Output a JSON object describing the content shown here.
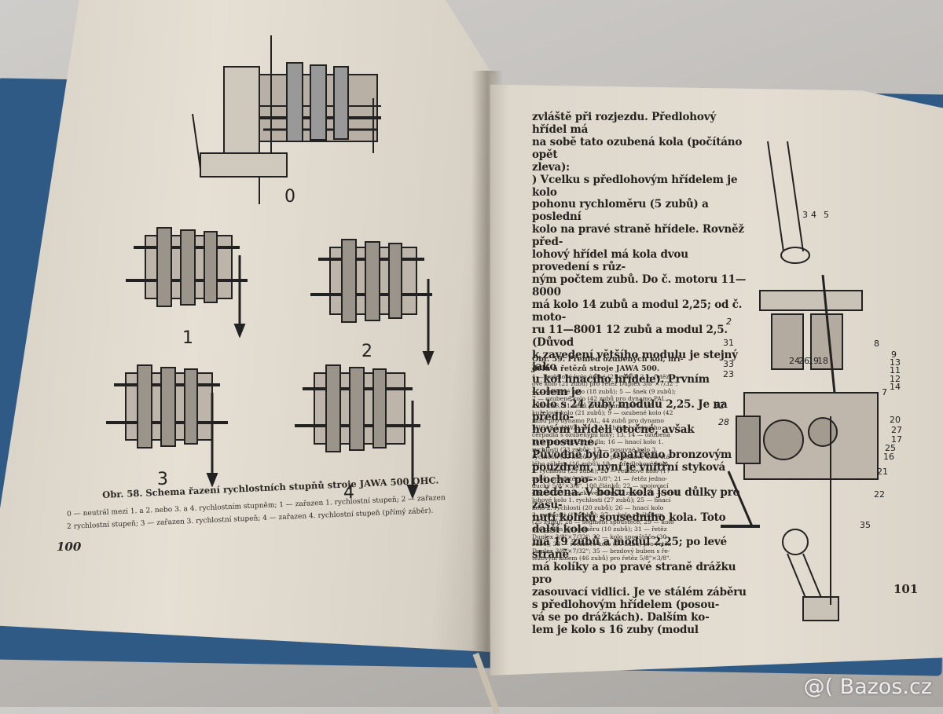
{
  "left_page": {
    "figure_labels": [
      "0",
      "1",
      "2",
      "3",
      "4"
    ],
    "caption_title": "Obr. 58. Schema řazení rychlostních stupňů stroje JAWA 500 OHC.",
    "caption_lines": [
      "0 — neutrál mezi 1. a 2. nebo 3. a 4. rychlostním stupněm; 1 — zařazen 1. rychlostní stupeň; 2 — zařazen",
      "2 rychlostní stupeň; 3 — zařazen 3. rychlostní stupeň; 4 — zařazen 4. rychlostní stupeň (přímý záběr)."
    ],
    "page_number": "100"
  },
  "right_page": {
    "body_lines": [
      "zvláště při rozjezdu. Předlohový hřídel má",
      "na sobě tato ozubená kola (počítáno opět",
      "zleva):",
      ") Vcelku s předlohovým hřídelem je kolo",
      "pohonu rychloměru (5 zubů) a poslední",
      "kolo na pravé straně hřídele. Rovněž před-",
      "lohový hřídel má kola dvou provedení s růz-",
      "ným počtem zubů. Do č. motoru 11—8000",
      "má kolo 14 zubů a modul 2,25; od č. moto-",
      "ru 11—8001 12 zubů a modul 2,5. (Důvod",
      "k zavedení většího modulu je stejný jako",
      "u kol hnacího hřídele). Prvním kolem je",
      "kolo s 24 zuby modulu 2,25. Je na předlo-",
      "hovém hřídeli otočné, avšak neposuvné.",
      "Původně bylo opatřeno bronzovým",
      "pouzdrem, nyní je vnitřní styková plocha po-",
      "měděna. V boku kola jsou důlky pro zasu-",
      "nutí kolíků sousedního kola. Toto další kolo",
      "má 19 zubů a modul 2,25; po levé straně",
      "má kolíky a po pravé straně drážku pro",
      "zasouvací vidlici. Je ve stálém záběru",
      "s předlohovým hřídelem (posou-",
      "vá se po drážkách). Dalším ko-",
      "lem je kolo s 16 zuby (modul"
    ],
    "caption_title": "Obr. 59. Přehled ozubených kol, hří-",
    "caption_title2": "delů a řetězů stroje JAWA 500.",
    "caption_lines": [
      "1 — kuželové kolo úplné (21 zubů); 2 — řetěz-",
      "ové kolo (21 zubů) pro řetěz Duplex 3/8\"×7/32\";",
      "4 — šnekové kolo (18 zubů); 5 — šnek (9 zubů);",
      "7 — ozubené kolo (42 zubů pro dynamo PAL",
      "a LUCAS, 21 zubů pro dynamo JAWA); 8 —",
      "kuželové kolo (21 zubů); 9 — ozubené kolo (42",
      "zubů pro dynamo PAL, 44 zubů pro dynamo",
      "LUCAS a JAWA); 11, 12 — hřídel olejového",
      "čerpadla s ozubenými koly; 13, 14 — ozubená",
      "kola olejového čerpadla; 16 — hnací kolo 1.",
      "rychlosti (23 zubů); 17 — posuvné kolo 3.",
      "rychlosti (22 zubů); 18 — předlohové kolo stá-",
      "lého záběru (16 zubů); 19 — předlohové kolo",
      "2. rychlosti (23 zubů); 20 — řetězové kolo (17",
      "zubů) pro řetěz 5/8\"×3/8\"; 21 — řetěz jedno-",
      "duchý 5/8\"×3/8\", 100 článků; 22 — spojovací",
      "článek; 25 — šnekové kolo (22 zubů); 24 — před-",
      "lohové kolo 1. rychlosti (27 zubů); 25 — hnací",
      "kolo 2. rychlosti (20 zubů); 26 — hnací kolo",
      "3. rychlosti (19 zubů); 27 — kolo s nábojem",
      "(25 zubů); 28 — segment spouštěče; 29 — kolo",
      "pro pohon rychloměru (10 zubů); 31 — řetěz",
      "Duplex 3/8\"×7/32\"; 32 — kolo spouštěče (30",
      "zubů); 33 — řetězové kolo (50 zubů) pro řetěz",
      "Duplex 3/8\"×7/32\"; 35 — brzdový buben s ře-",
      "tězovým kolem (46 zubů) pro řetěz 5/8\"×3/8\"."
    ],
    "part_numbers": [
      "3",
      "4",
      "5",
      "2",
      "31",
      "33",
      "23",
      "32",
      "28",
      "8",
      "9",
      "13",
      "11",
      "12",
      "14",
      "7",
      "20",
      "27",
      "17",
      "25",
      "16",
      "21",
      "22",
      "35",
      "24",
      "26",
      "19",
      "18"
    ],
    "page_number": "101"
  },
  "watermark": "@( Bazos.cz"
}
